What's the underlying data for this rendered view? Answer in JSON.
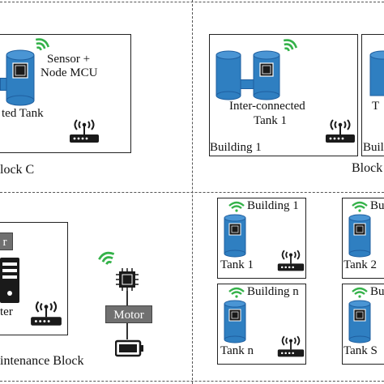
{
  "colors": {
    "tank_blue": "#2f7fc1",
    "tank_top": "#1f5fa0",
    "wifi_green": "#35b24a",
    "router_dark": "#1a1a1a",
    "motor_gray": "#707070",
    "border": "#222222"
  },
  "blocks": {
    "c": {
      "label": "lock C",
      "sensor_label_line1": "Sensor +",
      "sensor_label_line2": "Node MCU",
      "tank_label": "ted Tank"
    },
    "b": {
      "label": "Block",
      "tank_label_line1": "Inter-connected",
      "tank_label_line2": "Tank 1",
      "building_left": "Building 1",
      "building_right": "Build"
    },
    "maintenance": {
      "label": "intenance Block",
      "small_box_label": "r",
      "computer_label": "ter",
      "motor_label": "Motor"
    },
    "buildings": {
      "top_left_title": "Building 1",
      "top_left_tank": "Tank 1",
      "top_right_title": "Building",
      "top_right_tank": "Tank 2",
      "bottom_left_title": "Building n",
      "bottom_left_tank": "Tank n",
      "bottom_right_title": "Building",
      "bottom_right_tank": "Tank S"
    }
  },
  "icons": [
    "wifi-icon",
    "router-icon",
    "tank-icon",
    "chip-icon",
    "computer-icon",
    "battery-icon",
    "pipe-icon"
  ]
}
